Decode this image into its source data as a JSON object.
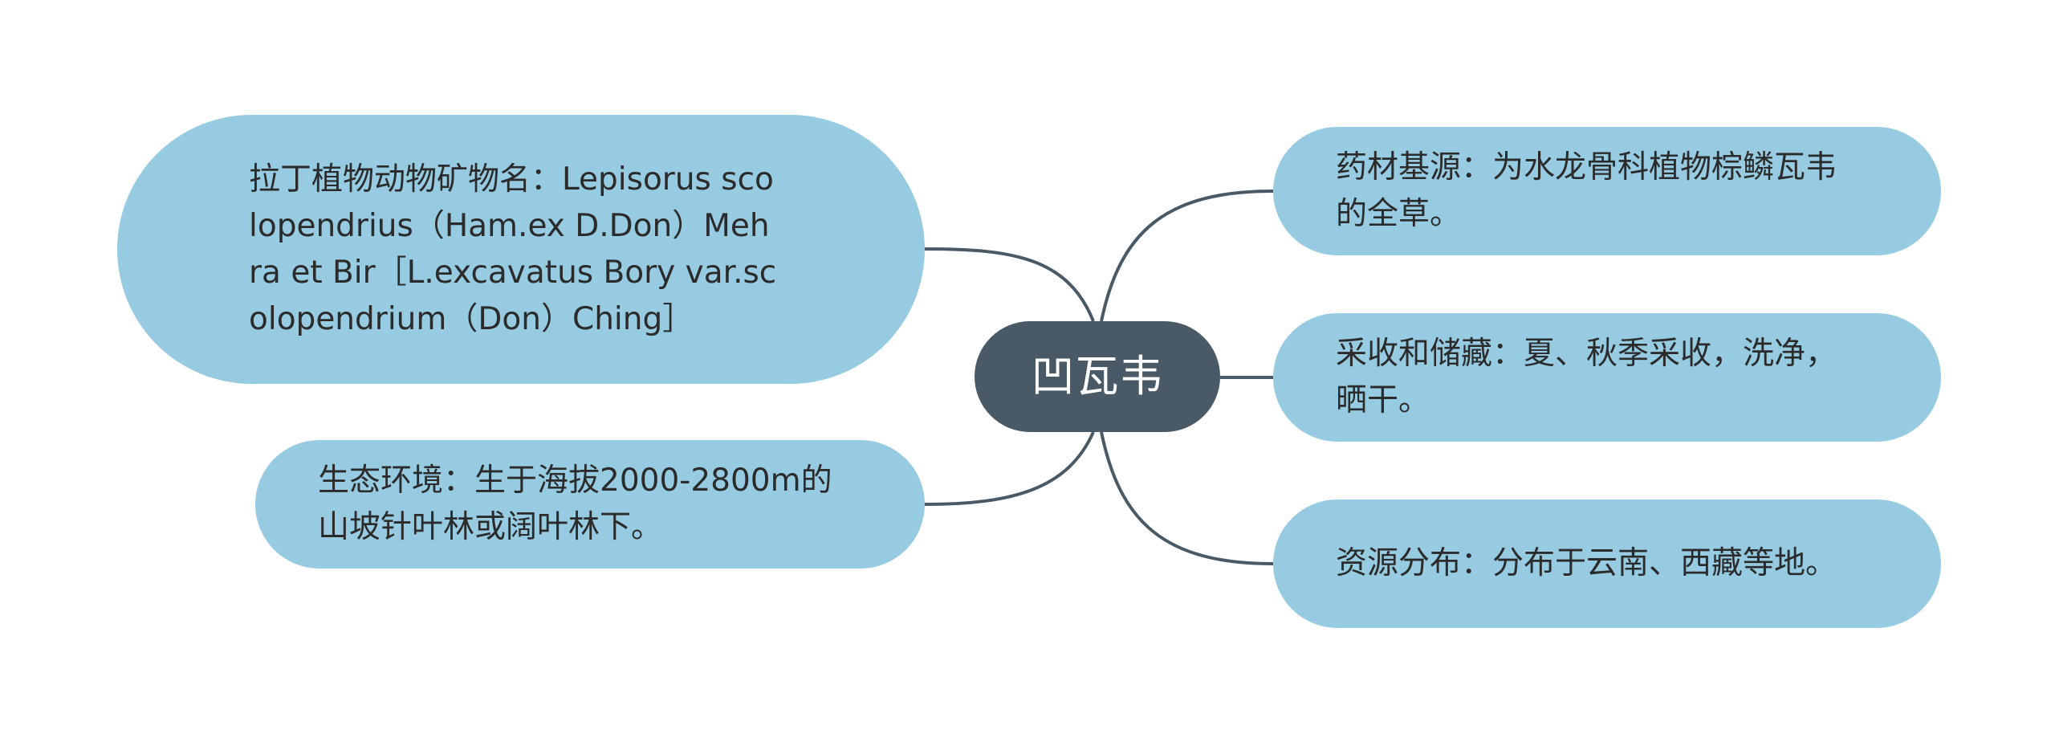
{
  "root": {
    "label": "凹瓦韦"
  },
  "topics": [
    {
      "id": "latin-name",
      "label": "拉丁植物动物矿物名：Lepisorus scolopendrius（Ham.ex D.Don）Mehra et Bir［L.excavatus Bory var.scolopendrium（Don）Ching］"
    },
    {
      "id": "habitat",
      "label": "生态环境：生于海拔2000-2800m的山坡针叶林或阔叶林下。"
    },
    {
      "id": "source",
      "label": "药材基源：为水龙骨科植物棕鳞瓦韦的全草。"
    },
    {
      "id": "harvest",
      "label": "采收和储藏：夏、秋季采收，洗净，晒干。"
    },
    {
      "id": "distribution",
      "label": "资源分布：分布于云南、西藏等地。"
    }
  ],
  "colors": {
    "root_fill": "#4a5966",
    "topic_fill": "#96cbe2",
    "connector": "#4a5966",
    "topic_text": "#2b2b2b",
    "root_text": "#ffffff"
  }
}
